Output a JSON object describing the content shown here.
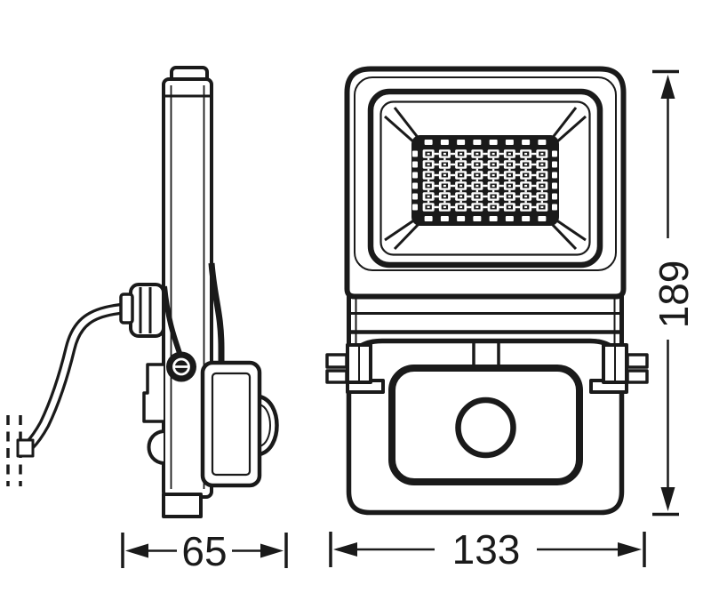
{
  "drawing": {
    "description": "Dimensional line drawing of an LED floodlight with PIR motion sensor, side view and front view",
    "views": [
      {
        "name": "side-view"
      },
      {
        "name": "front-view"
      }
    ],
    "dimensions": {
      "side_view_depth": "65",
      "front_view_width": "133",
      "front_view_height": "189"
    }
  },
  "led_grid": {
    "rows": 6,
    "cols": 8
  },
  "colors": {
    "line": "#1a1a1a",
    "background": "#ffffff",
    "led_panel": "#1a1a1a",
    "led_chips": "#ffffff"
  }
}
